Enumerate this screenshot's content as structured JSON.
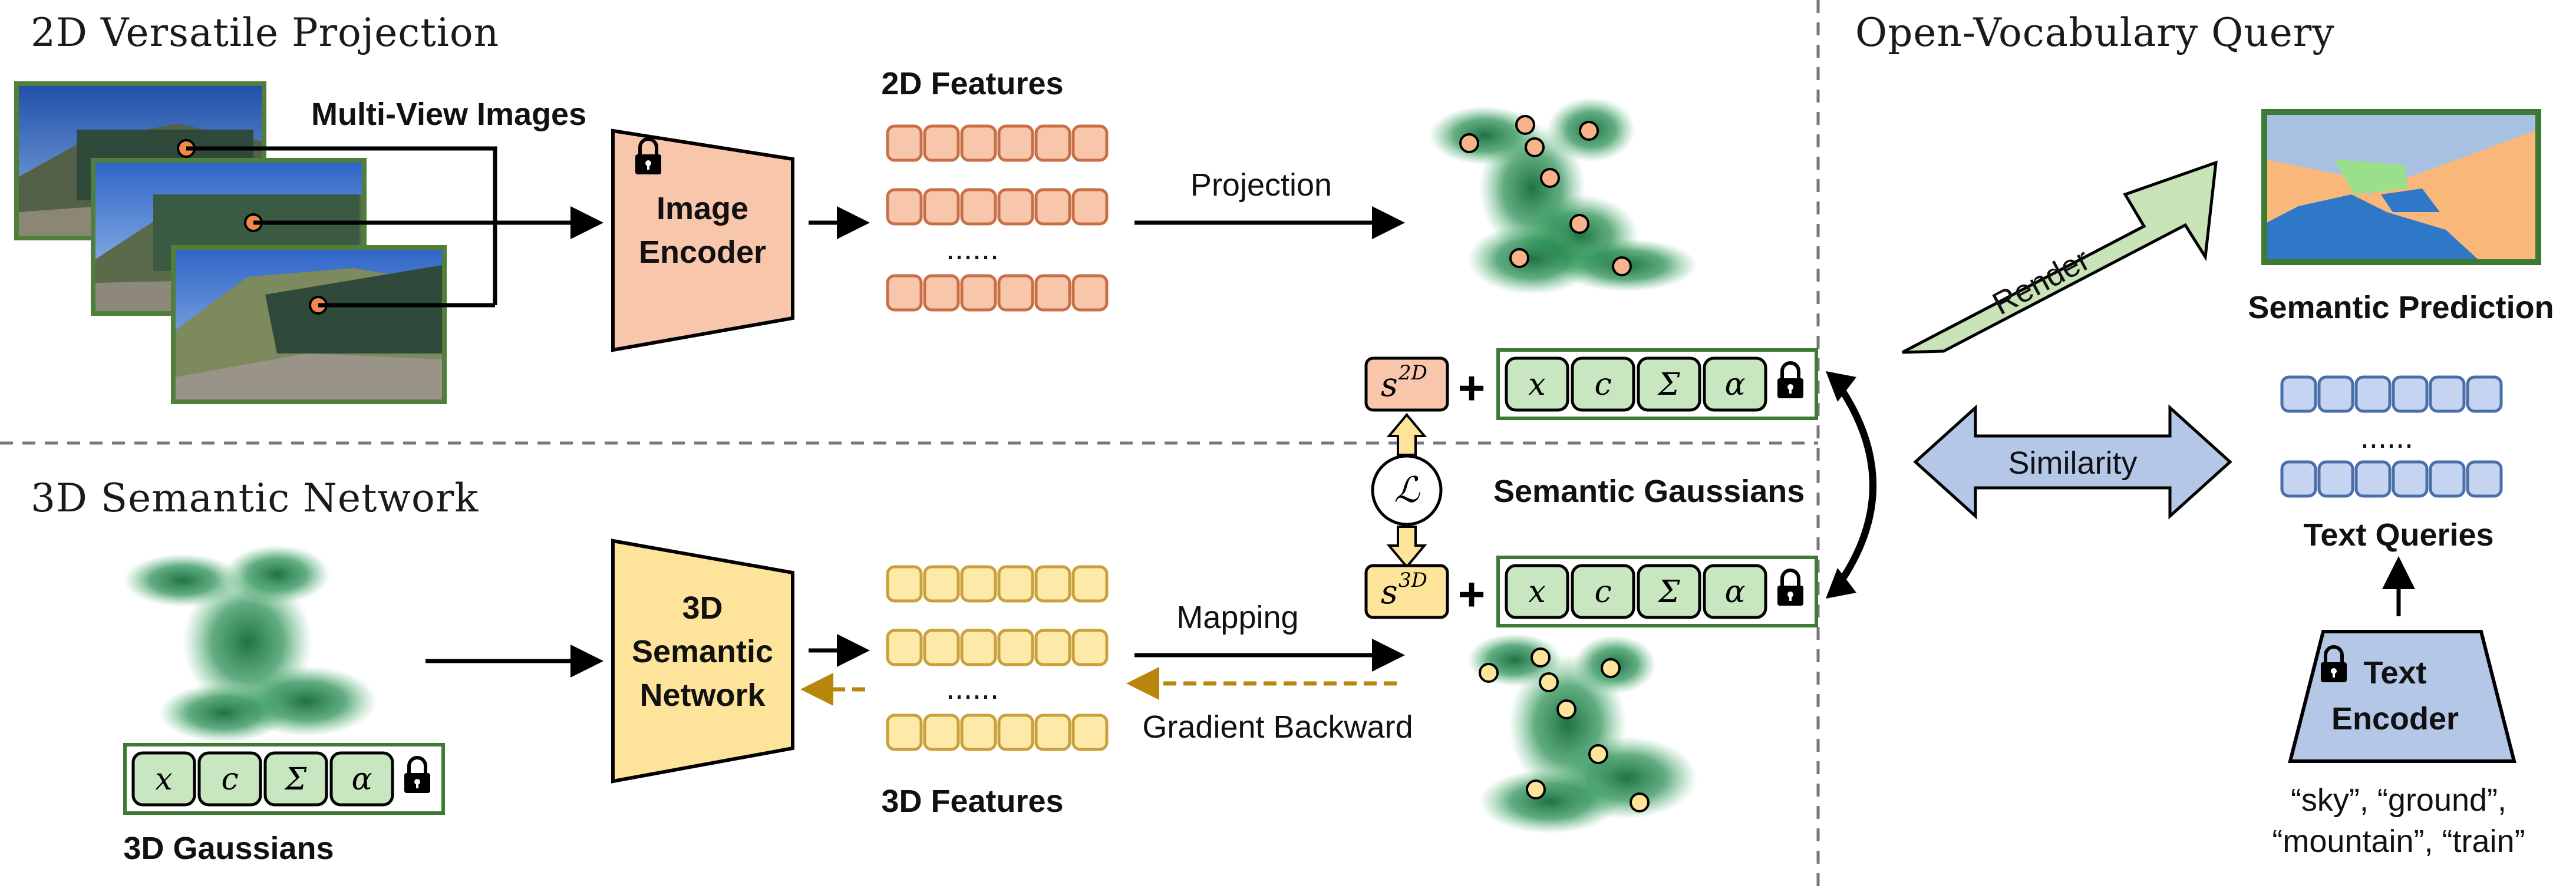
{
  "sections": {
    "projection_title": "2D Versatile Projection",
    "semantic_title": "3D Semantic Network",
    "query_title": "Open-Vocabulary Query"
  },
  "labels": {
    "multi_view_images": "Multi-View Images",
    "image_encoder_l1": "Image",
    "image_encoder_l2": "Encoder",
    "features_2d": "2D Features",
    "features_3d": "3D Features",
    "dots": "......",
    "projection": "Projection",
    "mapping": "Mapping",
    "gradient_backward": "Gradient Backward",
    "semantic_network_l1": "3D",
    "semantic_network_l2": "Semantic",
    "semantic_network_l3": "Network",
    "gaussians_3d": "3D Gaussians",
    "semantic_gaussians": "Semantic Gaussians",
    "render": "Render",
    "similarity": "Similarity",
    "semantic_prediction": "Semantic Prediction",
    "text_queries": "Text Queries",
    "text_encoder_l1": "Text",
    "text_encoder_l2": "Encoder",
    "query_words_l1": "“sky”, “ground”,",
    "query_words_l2": "“mountain”, “train”"
  },
  "symbols": {
    "x": "x",
    "c": "c",
    "sigma": "Σ",
    "alpha": "α",
    "loss": "ℒ",
    "s": "s",
    "sup_2d": "2D",
    "sup_3d": "3D",
    "plus": "+"
  },
  "colors": {
    "feature_2d_fill": "#f7c6ab",
    "feature_2d_stroke": "#c96f45",
    "feature_3d_fill": "#fde9a8",
    "feature_3d_stroke": "#c8a13a",
    "encoder_fill": "#f7c6ab",
    "semantic_net_fill": "#fde49a",
    "gaussian_attr_fill": "#c8e6c0",
    "gaussian_attr_stroke": "#3d7a34",
    "gradient_arrow": "#b8860b",
    "render_arrow": "#c9e3b8",
    "similarity_arrow": "#b4c7e7",
    "text_query_fill": "#c5d4f0",
    "text_encoder_fill": "#b4c7e7",
    "gaussian_blob": "#1f8a4c"
  },
  "icons": [
    "lock-icon",
    "train-photo",
    "gaussian-cloud",
    "segmentation-map"
  ]
}
